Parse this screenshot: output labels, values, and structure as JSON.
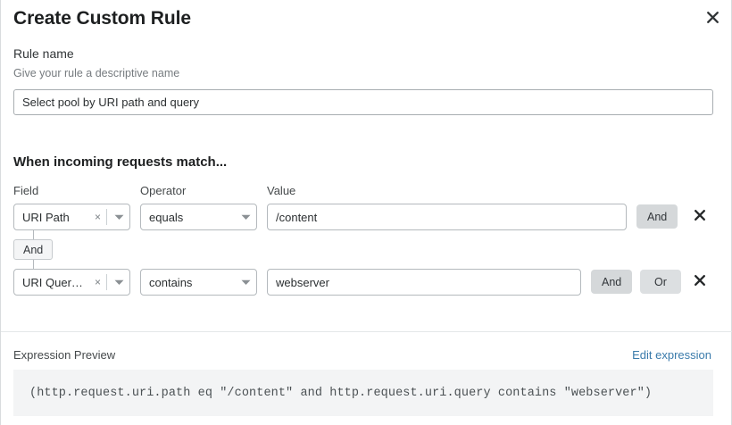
{
  "modal": {
    "title": "Create Custom Rule",
    "close_icon": "close-icon"
  },
  "rule_name": {
    "label": "Rule name",
    "help": "Give your rule a descriptive name",
    "value": "Select pool by URI path and query",
    "placeholder": "Give your rule a descriptive name"
  },
  "match_section": {
    "heading": "When incoming requests match...",
    "columns": {
      "field": "Field",
      "operator": "Operator",
      "value": "Value"
    },
    "connector": {
      "label": "And"
    },
    "rows": [
      {
        "field": "URI Path",
        "operator": "equals",
        "value": "/content",
        "clear_glyph": "×",
        "logic_buttons": [
          "And"
        ],
        "remove_icon": "close-icon"
      },
      {
        "field": "URI Query St...",
        "operator": "contains",
        "value": "webserver",
        "clear_glyph": "×",
        "logic_buttons": [
          "And",
          "Or"
        ],
        "remove_icon": "close-icon"
      }
    ]
  },
  "expression_preview": {
    "label": "Expression Preview",
    "edit_link": "Edit expression",
    "code": "(http.request.uri.path eq \"/content\" and http.request.uri.query contains \"webserver\")"
  },
  "colors": {
    "link": "#3a7bab",
    "logic_button_bg": "#d5d8da",
    "preview_bg": "#f3f4f5",
    "border": "#b4b9bd"
  }
}
